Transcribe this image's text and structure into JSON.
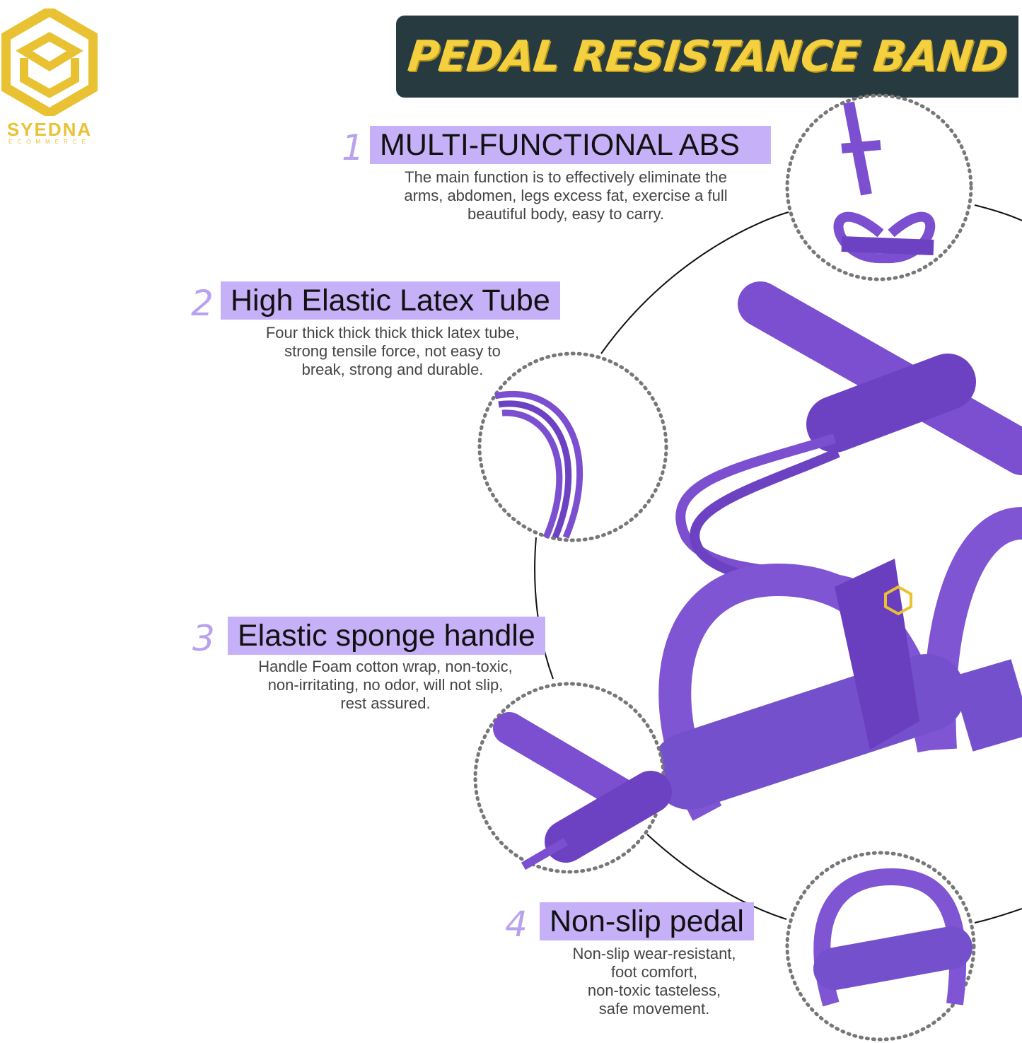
{
  "brand": {
    "name": "SYEDNA",
    "sub": "ECOMMERCE",
    "color": "#e9c234"
  },
  "title": "PEDAL RESISTANCE BAND",
  "colors": {
    "title_bg": "#263a3f",
    "title_text": "#f4d03f",
    "highlight": "#c6b0f7",
    "product": "#7b4fd0"
  },
  "features": [
    {
      "number": "1",
      "heading": "MULTI-FUNCTIONAL ABS",
      "description": [
        "The main function is to effectively eliminate the",
        "arms, abdomen, legs excess fat, exercise a full",
        "beautiful body, easy to carry."
      ]
    },
    {
      "number": "2",
      "heading": "High Elastic Latex Tube",
      "description": [
        "Four thick thick thick thick latex tube,",
        "strong tensile force, not easy to",
        "break, strong and durable."
      ]
    },
    {
      "number": "3",
      "heading": "Elastic sponge handle",
      "description": [
        "Handle Foam cotton wrap, non-toxic,",
        "non-irritating, no odor, will not slip,",
        "rest assured."
      ]
    },
    {
      "number": "4",
      "heading": "Non-slip pedal",
      "description": [
        "Non-slip wear-resistant,",
        "foot comfort,",
        "non-toxic tasteless,",
        "safe movement."
      ]
    }
  ]
}
